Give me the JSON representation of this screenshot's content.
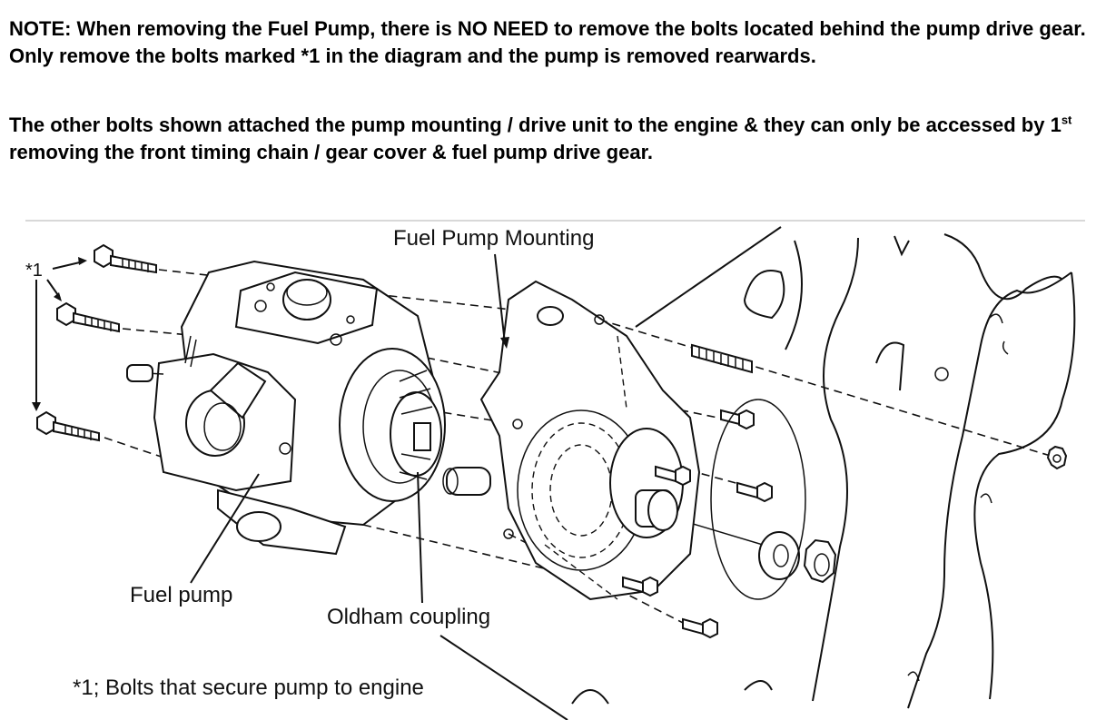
{
  "note": {
    "paragraph1": "NOTE: When removing the Fuel Pump, there is NO NEED to remove the bolts located behind the pump drive gear. Only remove the bolts marked *1 in the diagram and the pump is removed rearwards.",
    "paragraph2_before": "The other bolts shown attached the pump mounting / drive unit to the engine & they can only be accessed by 1",
    "paragraph2_sup": "st",
    "paragraph2_after": " removing the front timing chain / gear cover & fuel pump drive gear."
  },
  "diagram": {
    "labels": {
      "fuel_pump_mounting": "Fuel Pump Mounting",
      "fuel_pump": "Fuel pump",
      "oldham_coupling": "Oldham coupling",
      "bolt_marker": "*1",
      "bolt_caption": "*1; Bolts that secure pump to engine"
    }
  }
}
